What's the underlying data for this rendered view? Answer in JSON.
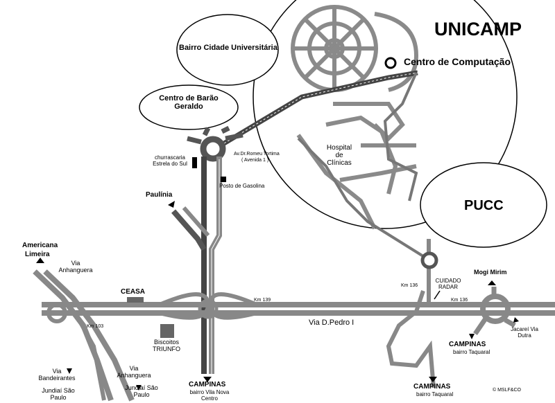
{
  "map": {
    "title": "UNICAMP",
    "campus_label": "Centro de Computação",
    "pucc": "PUCC",
    "bairro_cidade": "Bairro Cidade Universitária",
    "barao_geraldo": "Centro de Barão Geraldo",
    "hospital": "Hospital de Clínicas",
    "avenue": "Av.Dr.Romeu Tortima",
    "avenue_sub": "( Avenida 1 )",
    "churrascaria": "churrascaria Estrela do Sul",
    "posto": "Posto de Gasolina",
    "paulinia": "Paulínia",
    "americana": "Americana",
    "limeira": "Limeira",
    "via_anhanguera_top": "Via Anhanguera",
    "ceasa": "CEASA",
    "km139": "Km 139",
    "km136a": "Km 136",
    "km136b": "Km 136",
    "km103": "Km 103",
    "cuidado_radar": "CUIDADO RADAR",
    "mogi_mirim": "Mogi Mirim",
    "via_dpedro": "Via D.Pedro I",
    "biscoitos": "Biscoitos TRIUNFO",
    "jacarei": "Jacareí Via Dutra",
    "campinas_taquaral_right_title": "CAMPINAS",
    "campinas_taquaral_right_sub": "bairro Taquaral",
    "campinas_taquaral_bottom_title": "CAMPINAS",
    "campinas_taquaral_bottom_sub": "bairro Taquaral",
    "campinas_center_title": "CAMPINAS",
    "campinas_center_sub": "bairro Vila Nova Centro",
    "via_bandeirantes": "Via Bandeirantes",
    "jundiai_sp_left": "Jundiaí São Paulo",
    "via_anhanguera_bottom": "Via Anhanguera",
    "jundiai_sp_right": "Jundiaí São Paulo",
    "copyright": "© MSLF&CO"
  }
}
